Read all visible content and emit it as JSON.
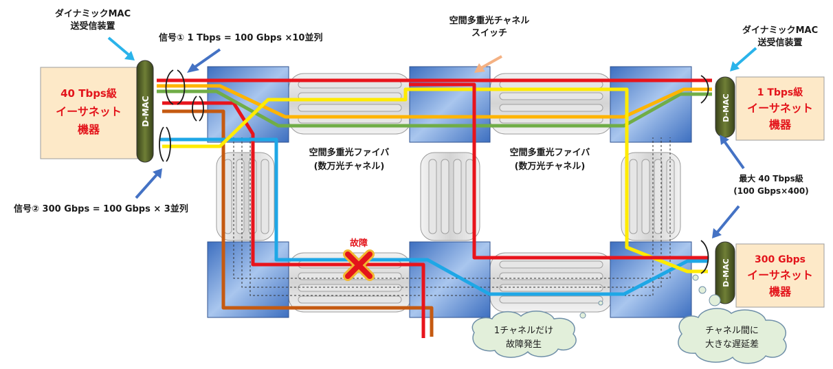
{
  "left_device": {
    "transceiver_title_line1": "ダイナミックMAC",
    "transceiver_title_line2": "送受信装置",
    "box_line1": "40 Tbps級",
    "box_line2": "イーサネット",
    "box_line3": "機器",
    "dmac": "D-MAC"
  },
  "signal1": "信号① 1 Tbps = 100 Gbps ×10並列",
  "signal2": "信号② 300 Gbps = 100 Gbps × 3並列",
  "switch_label": {
    "line1": "空間多重光チャネル",
    "line2": "スイッチ"
  },
  "fiber_label_1": {
    "line1": "空間多重光ファイバ",
    "line2": "(数万光チャネル)"
  },
  "fiber_label_2": {
    "line1": "空間多重光ファイバ",
    "line2": "(数万光チャネル)"
  },
  "right_top_device": {
    "transceiver_title_line1": "ダイナミックMAC",
    "transceiver_title_line2": "送受信装置",
    "box_line1": "1 Tbps級",
    "box_line2": "イーサネット",
    "box_line3": "機器",
    "dmac": "D-MAC"
  },
  "capacity": {
    "line1": "最大 40 Tbps級",
    "line2": "(100 Gbps×400)"
  },
  "right_bottom_device": {
    "box_line1": "300 Gbps",
    "box_line2": "イーサネット",
    "box_line3": "機器",
    "dmac": "D-MAC"
  },
  "fault_label": "故障",
  "cloud_fault": {
    "line1": "1チャネルだけ",
    "line2": "故障発生"
  },
  "cloud_skew": {
    "line1": "チャネル間に",
    "line2": "大きな遅延差"
  },
  "colors": {
    "red": "#e8141c",
    "yellow": "#ffeb00",
    "orange": "#ffb400",
    "green": "#70ad47",
    "blue": "#1ea7e6",
    "brown": "#c55a11",
    "device_box": "#fde9c8",
    "dmac": "#4d5a22",
    "switch": "#5b8fd4",
    "arrow": "#4472c4",
    "callout_arrow": "#2ab3ea"
  }
}
